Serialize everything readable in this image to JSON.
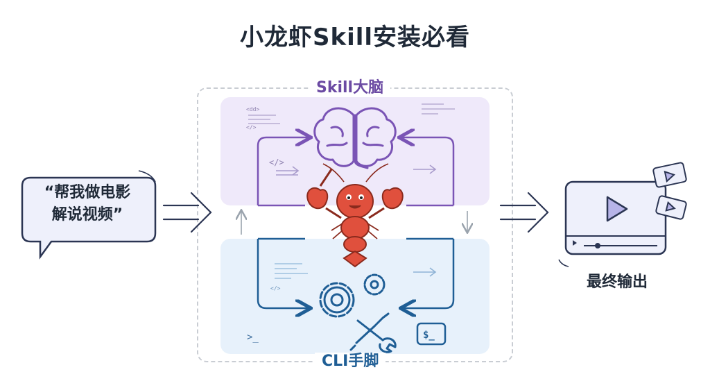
{
  "title": "小龙虾Skill安装必看",
  "skill_section": {
    "label": "Skill大脑",
    "tag_code": "<dd>",
    "tag_close": "</>",
    "code_arrow": "</>"
  },
  "cli_section": {
    "label": "CLI手脚",
    "prompt_symbol": ">_",
    "terminal_text": "$_",
    "tag_close": "</>"
  },
  "input_bubble": {
    "line1": "“帮我做电影",
    "line2": "解说视频”"
  },
  "output": {
    "label": "最终输出"
  },
  "colors": {
    "purple": "#7a54b5",
    "purple_panel": "#efe9fa",
    "blue": "#1f5e95",
    "blue_panel": "#e7f1fb",
    "bubble_border": "#2b3553",
    "bubble_fill": "#eef0fb",
    "lobster": "#e0503d"
  }
}
